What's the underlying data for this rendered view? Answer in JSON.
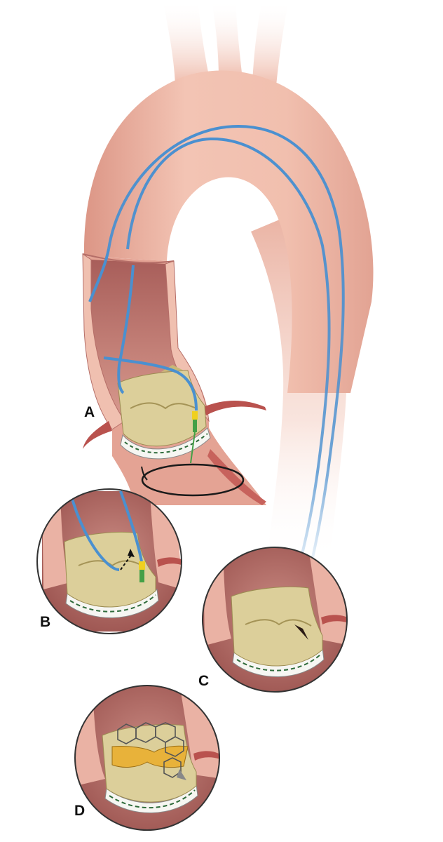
{
  "labels": {
    "a": "A",
    "b": "B",
    "c": "C",
    "d": "D"
  },
  "colors": {
    "vessel_light": "#f3c3b3",
    "vessel_mid": "#e6a797",
    "vessel_dark": "#c97b72",
    "vessel_inner": "#b56e68",
    "wire": "#4a90d0",
    "wire_outline": "#2a5f9e",
    "valve_leaflet": "#dccf9a",
    "valve_shadow": "#b9a86a",
    "sewing_ring": "#f6f6f2",
    "stitch": "#2e6b3a",
    "tip_yellow": "#f0d020",
    "tip_green": "#43a046",
    "implant": "#e8b23a",
    "stent_frame": "#555555",
    "loop": "#1a1a1a"
  },
  "icons": [
    "aortic-arch",
    "guidewire",
    "valve-prosthesis",
    "magnified-inset",
    "arrow-icon",
    "transcatheter-valve"
  ]
}
